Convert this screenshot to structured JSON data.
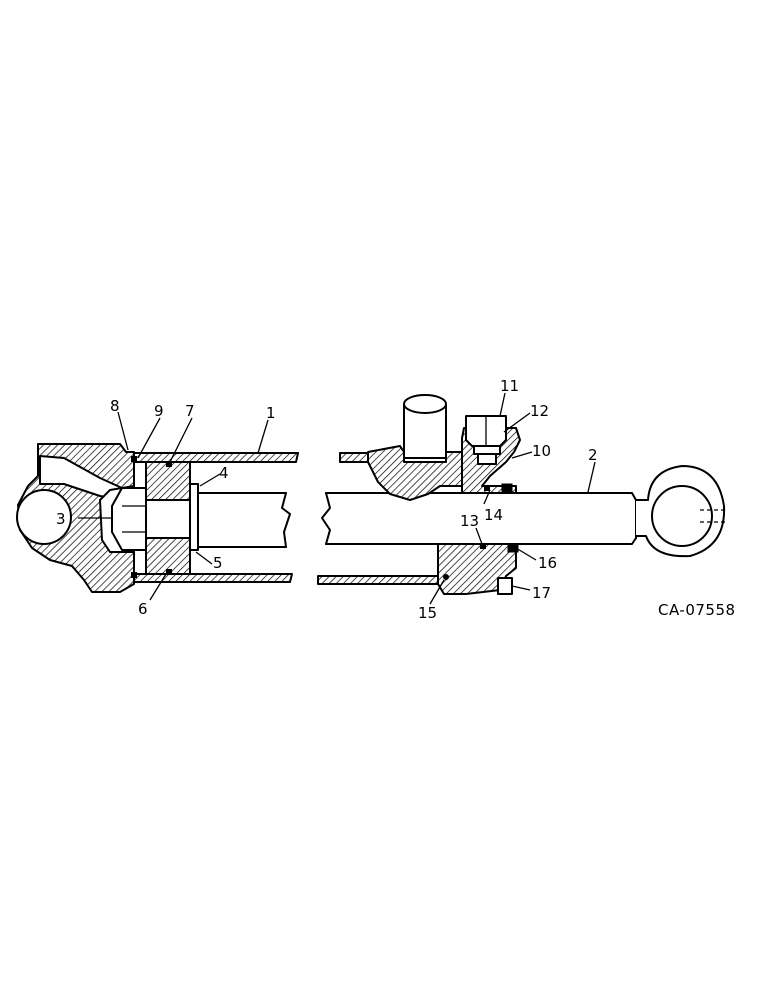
{
  "diagram": {
    "figure_code": "CA-07558",
    "callouts": [
      "1",
      "2",
      "3",
      "4",
      "5",
      "6",
      "7",
      "8",
      "9",
      "10",
      "11",
      "12",
      "13",
      "14",
      "15",
      "16",
      "17"
    ]
  }
}
